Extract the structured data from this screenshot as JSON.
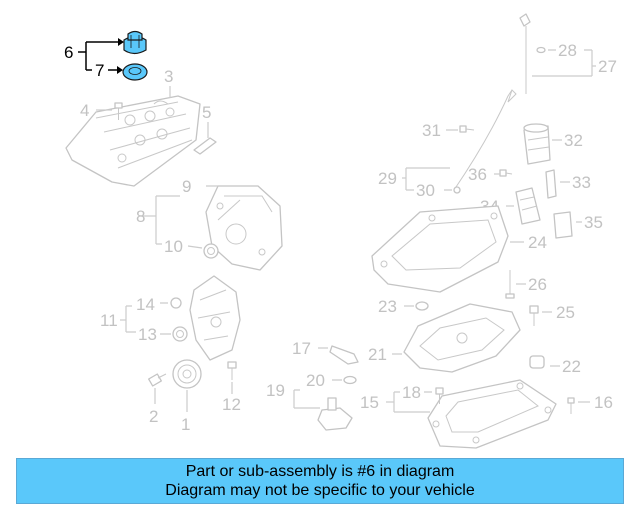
{
  "colors": {
    "banner_bg": "#5ac8fa",
    "highlight_part": "#5ac8fa",
    "part_stroke": "#c4c4c4",
    "label_gray": "#c2c2c2",
    "label_highlight": "#000000"
  },
  "callouts": {
    "n1": "1",
    "n2": "2",
    "n3": "3",
    "n4": "4",
    "n5": "5",
    "n6": "6",
    "n7": "7",
    "n8": "8",
    "n9": "9",
    "n10": "10",
    "n11": "11",
    "n12": "12",
    "n13": "13",
    "n14": "14",
    "n15": "15",
    "n16": "16",
    "n17": "17",
    "n18": "18",
    "n19": "19",
    "n20": "20",
    "n21": "21",
    "n22": "22",
    "n23": "23",
    "n24": "24",
    "n25": "25",
    "n26": "26",
    "n27": "27",
    "n28": "28",
    "n29": "29",
    "n30": "30",
    "n31": "31",
    "n32": "32",
    "n33": "33",
    "n34": "34",
    "n35": "35",
    "n36": "36"
  },
  "banner": {
    "line1": "Part or sub-assembly is #6 in diagram",
    "line2": "Diagram may not be specific to your vehicle"
  }
}
